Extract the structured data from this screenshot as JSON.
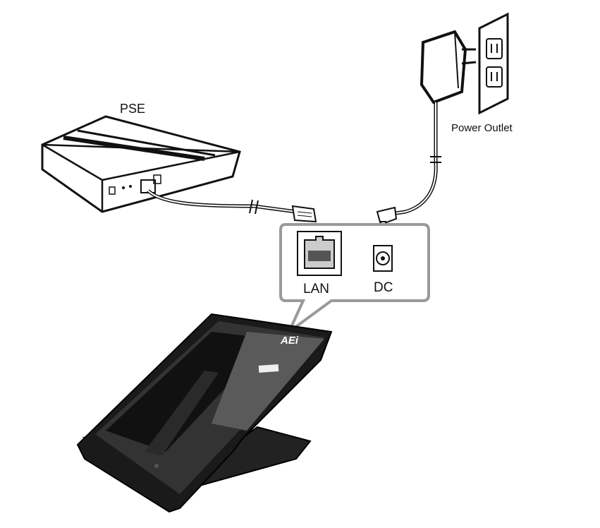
{
  "labels": {
    "pse": "PSE",
    "power_outlet": "Power Outlet",
    "lan": "LAN",
    "dc": "DC"
  },
  "phone": {
    "logo": "AEi"
  },
  "colors": {
    "panel_border": "#9a9a9a",
    "phone_body": "#1a1a1a",
    "label_plate": "#5a5a5a"
  }
}
